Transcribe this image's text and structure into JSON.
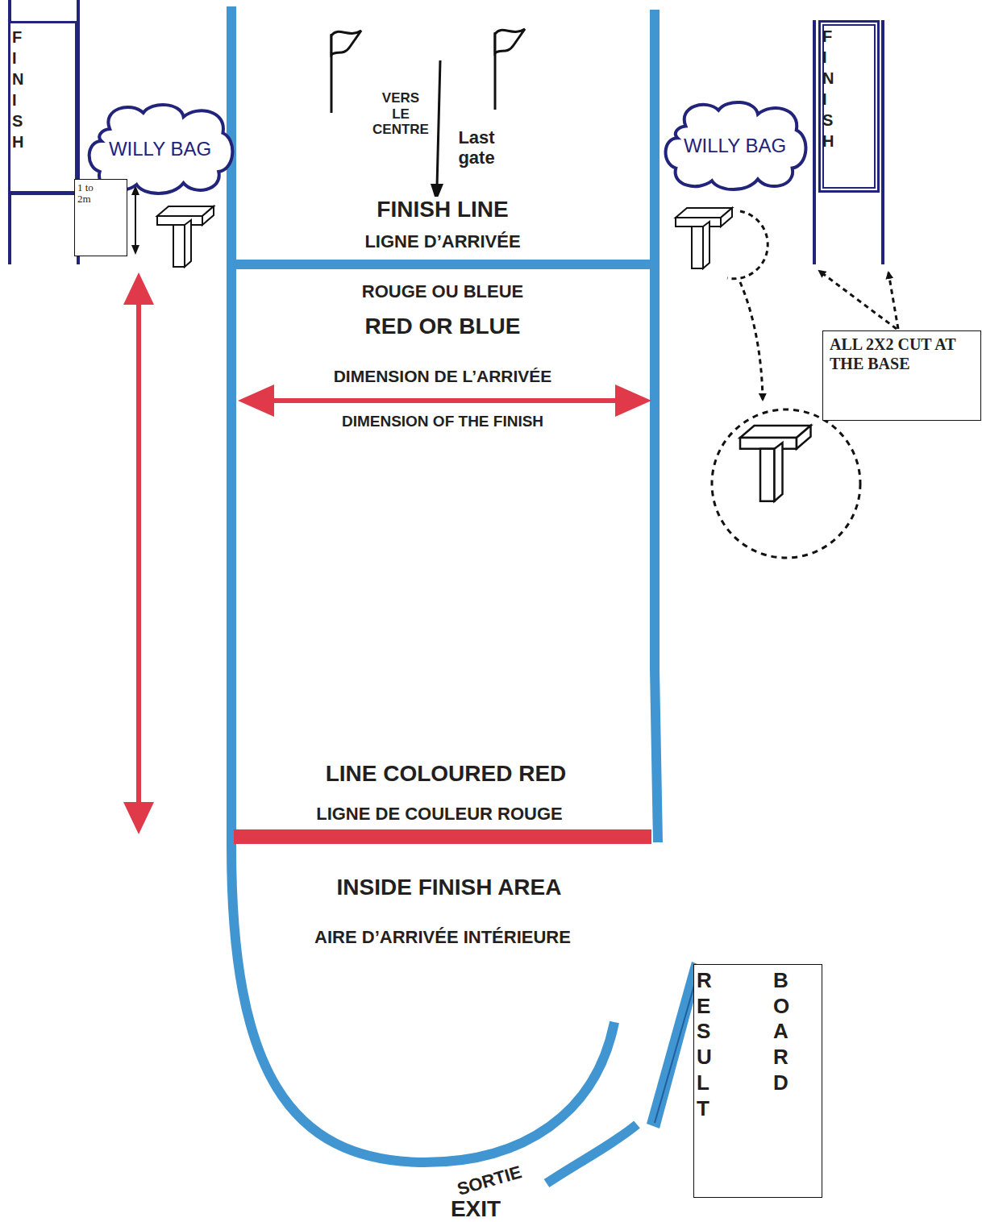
{
  "diagram": {
    "nodes": [
      {
        "text": [
          "FINISH"
        ]
      },
      {
        "text": [
          "WILLY BAG"
        ]
      },
      {
        "text": [
          "WILLY BAG"
        ]
      },
      {
        "text": [
          "FINISH"
        ]
      },
      {
        "text": [
          "1 to 2m"
        ]
      },
      {
        "text": [
          "ALL 2X2 CUT AT THE BASE"
        ]
      },
      {
        "text": [
          "RESULT",
          "BOARD"
        ]
      }
    ],
    "labels": [
      "VERS LE CENTRE",
      "Last gate",
      "FINISH LINE",
      "LIGNE D’ARRIVÉE",
      "ROUGE OU BLEUE",
      "RED OR BLUE",
      "DIMENSION DE L’ARRIVÉE",
      "DIMENSION OF THE FINISH",
      "LINE COLOURED RED",
      "LIGNE DE COULEUR ROUGE",
      "INSIDE FINISH AREA",
      "AIRE D’ARRIVÉE INTÉRIEURE",
      "SORTIE",
      "EXIT"
    ]
  }
}
